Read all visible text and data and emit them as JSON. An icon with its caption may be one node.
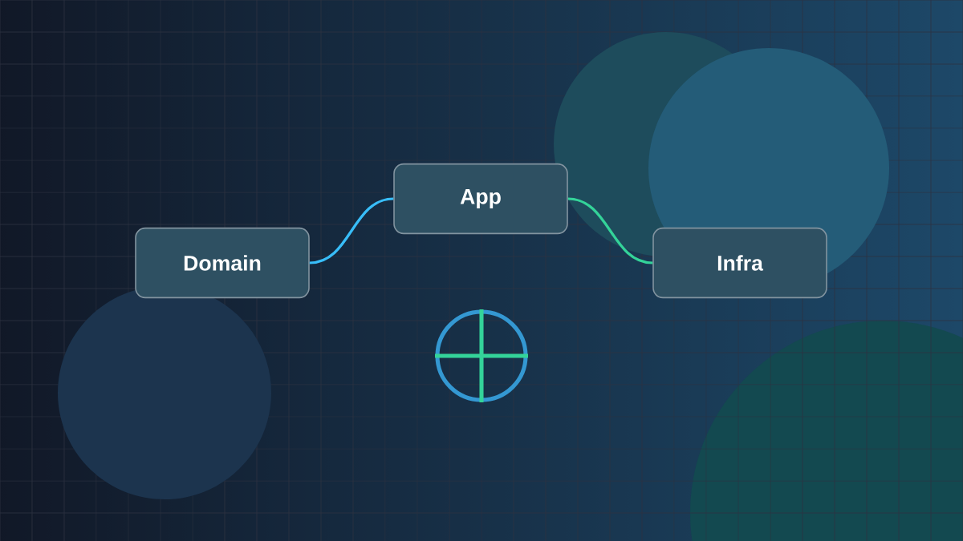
{
  "diagram": {
    "nodes": [
      {
        "text": [
          "Domain"
        ]
      },
      {
        "text": [
          "App"
        ]
      },
      {
        "text": [
          "Infra"
        ]
      }
    ],
    "edges": [
      {
        "from": 0,
        "to": 1,
        "arrow": "none",
        "color": "#38bdf8"
      },
      {
        "from": 1,
        "to": 2,
        "arrow": "none",
        "color": "#34d399"
      }
    ]
  }
}
